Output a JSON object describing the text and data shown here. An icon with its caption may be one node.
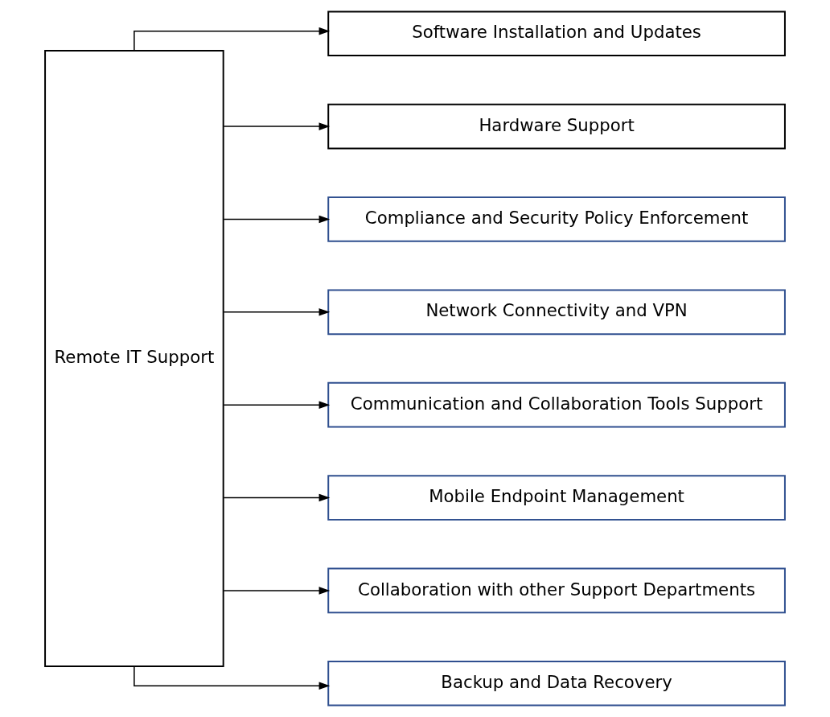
{
  "diagram": {
    "nodes": [
      {
        "text": [
          "Remote IT Support"
        ]
      },
      {
        "text": [
          "Software Installation and Updates"
        ]
      },
      {
        "text": [
          "Hardware Support"
        ]
      },
      {
        "text": [
          "Compliance and Security Policy Enforcement"
        ]
      },
      {
        "text": [
          "Network Connectivity and VPN"
        ]
      },
      {
        "text": [
          "Communication and Collaboration Tools Support"
        ]
      },
      {
        "text": [
          "Mobile Endpoint Management"
        ]
      },
      {
        "text": [
          "Collaboration with other Support Departments"
        ]
      },
      {
        "text": [
          "Backup and Data Recovery"
        ]
      }
    ],
    "edges": [
      {
        "from": 0,
        "to": 1,
        "arrow": "to"
      },
      {
        "from": 0,
        "to": 2,
        "arrow": "to"
      },
      {
        "from": 0,
        "to": 3,
        "arrow": "to"
      },
      {
        "from": 0,
        "to": 4,
        "arrow": "to"
      },
      {
        "from": 0,
        "to": 5,
        "arrow": "to"
      },
      {
        "from": 0,
        "to": 6,
        "arrow": "to"
      },
      {
        "from": 0,
        "to": 7,
        "arrow": "to"
      },
      {
        "from": 0,
        "to": 8,
        "arrow": "to"
      }
    ]
  }
}
